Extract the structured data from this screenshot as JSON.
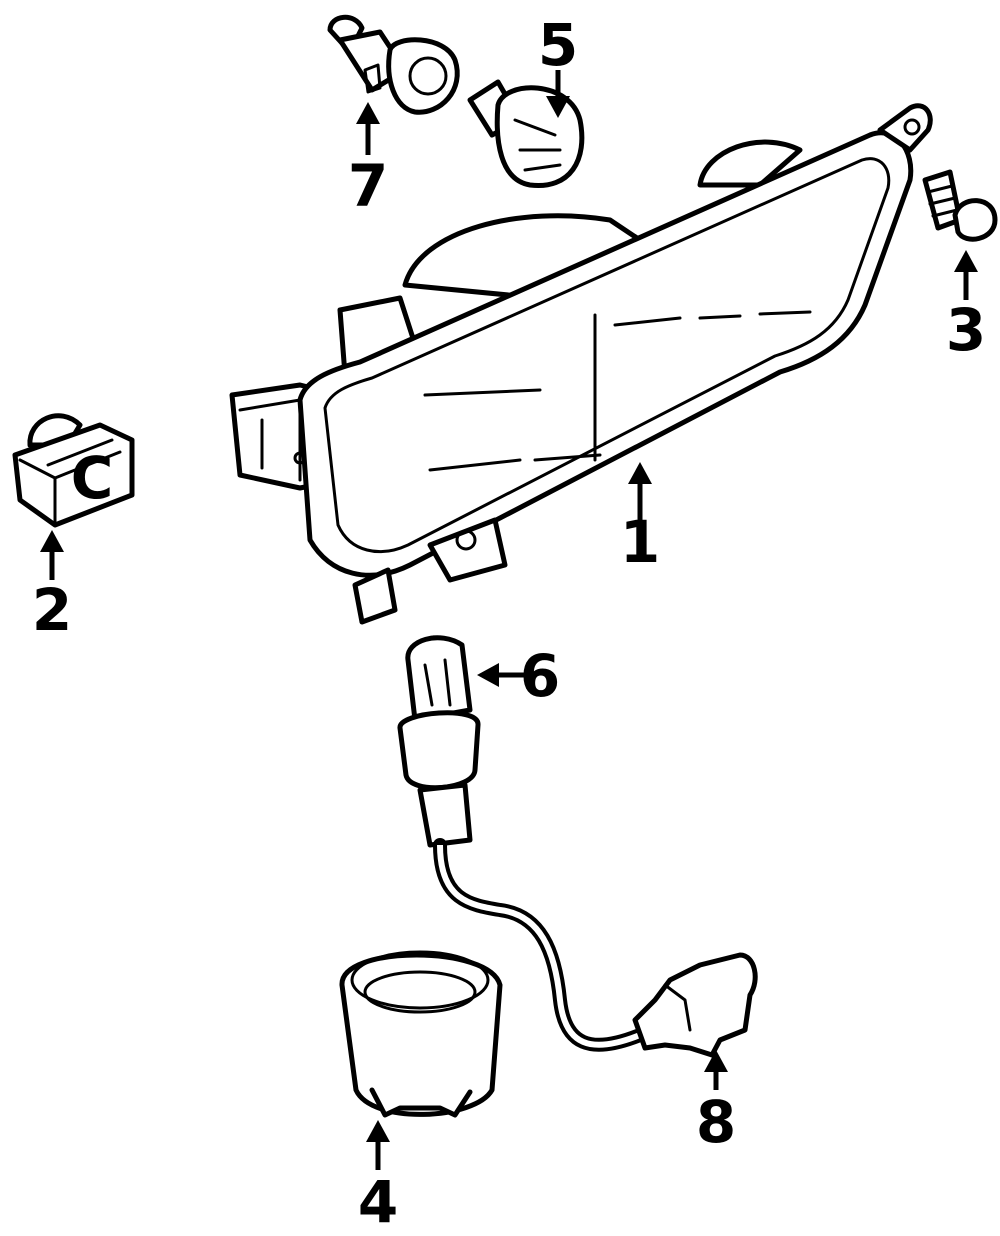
{
  "callouts": [
    {
      "id": "1",
      "label": "1"
    },
    {
      "id": "2",
      "label": "2"
    },
    {
      "id": "3",
      "label": "3"
    },
    {
      "id": "4",
      "label": "4"
    },
    {
      "id": "5",
      "label": "5"
    },
    {
      "id": "6",
      "label": "6"
    },
    {
      "id": "7",
      "label": "7"
    },
    {
      "id": "8",
      "label": "8"
    }
  ],
  "clip_mark": "C"
}
